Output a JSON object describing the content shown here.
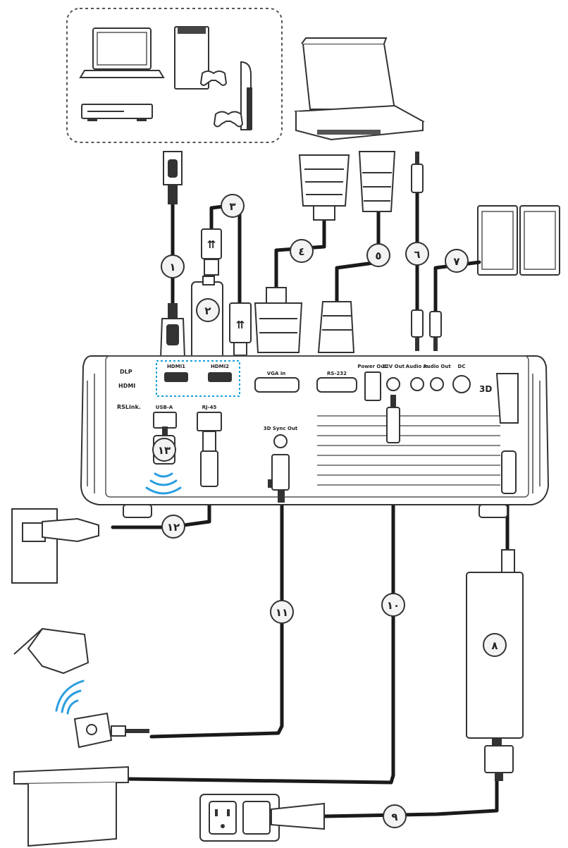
{
  "projector": {
    "ports": {
      "hdmi1": "HDMI1",
      "hdmi2": "HDMI2",
      "vga_in": "VGA in",
      "rs232": "RS-232",
      "power_out": "Power Out",
      "out_12v": "12V Out",
      "audio_in": "Audio In",
      "audio_out": "Audio Out",
      "dc": "DC",
      "usb_a": "USB-A",
      "rj45": "RJ-45",
      "sync_3d": "3D Sync Out"
    },
    "logos": {
      "dlp": "DLP",
      "hdmi": "HDMI",
      "rslink": "RSLink.",
      "threed": "3D"
    }
  },
  "callouts": [
    "١",
    "٢",
    "٣",
    "٤",
    "٥",
    "٦",
    "٧",
    "٨",
    "٩",
    "١٠",
    "١١",
    "١٢",
    "١٣"
  ],
  "colors": {
    "cable": "#1a1a1a",
    "highlight": "#1aa0d8",
    "wireless": "#2a9ee0",
    "outline": "#333333"
  },
  "icons": [
    "laptop-icon",
    "game-console-icon",
    "gamepad-icon",
    "dvd-player-icon",
    "hdmi-plug-icon",
    "usb-plug-icon",
    "vga-plug-icon",
    "rs232-plug-icon",
    "audio-jack-icon",
    "speakers-icon",
    "power-adapter-icon",
    "ac-plug-icon",
    "wall-outlet-icon",
    "screen-icon",
    "3d-glasses-icon",
    "3d-emitter-icon",
    "ethernet-wall-jack-icon",
    "wifi-dongle-icon",
    "wireless-icon"
  ]
}
